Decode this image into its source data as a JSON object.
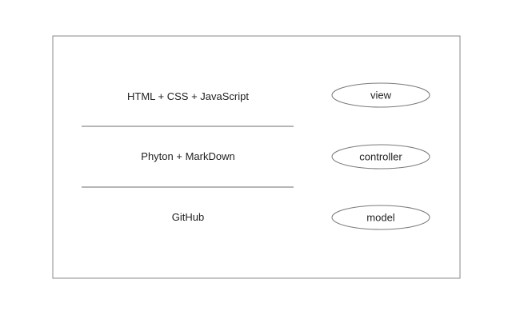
{
  "layers": [
    {
      "label": "HTML + CSS + JavaScript",
      "role": "view"
    },
    {
      "label": "Phyton + MarkDown",
      "role": "controller"
    },
    {
      "label": "GitHub",
      "role": "model"
    }
  ],
  "colors": {
    "frame_stroke": "#8a8a8a",
    "divider_stroke": "#6e6e6e",
    "ellipse_stroke": "#7a7a7a",
    "text": "#222222"
  }
}
